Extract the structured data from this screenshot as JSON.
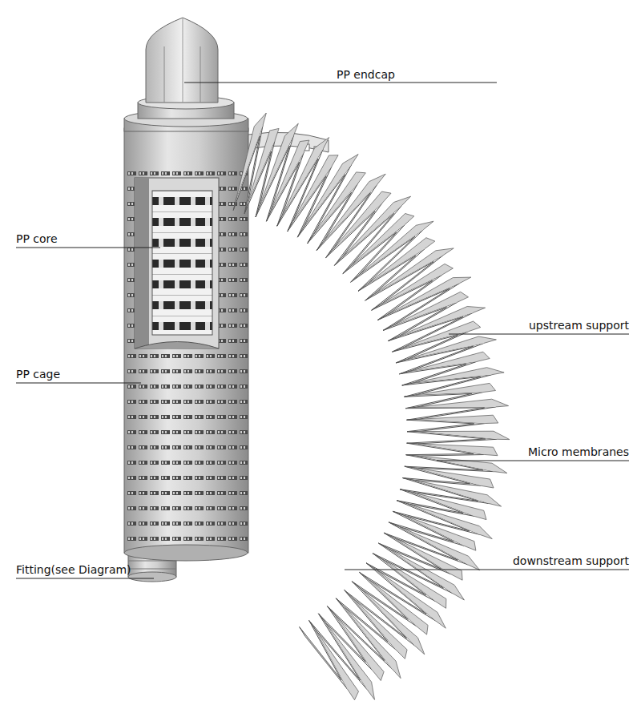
{
  "diagram": {
    "labels": [
      "PP endcap",
      "PP core",
      "upstream support",
      "PP cage",
      "Micro membranes",
      "downstream support",
      "Fitting(see Diagram)"
    ]
  }
}
